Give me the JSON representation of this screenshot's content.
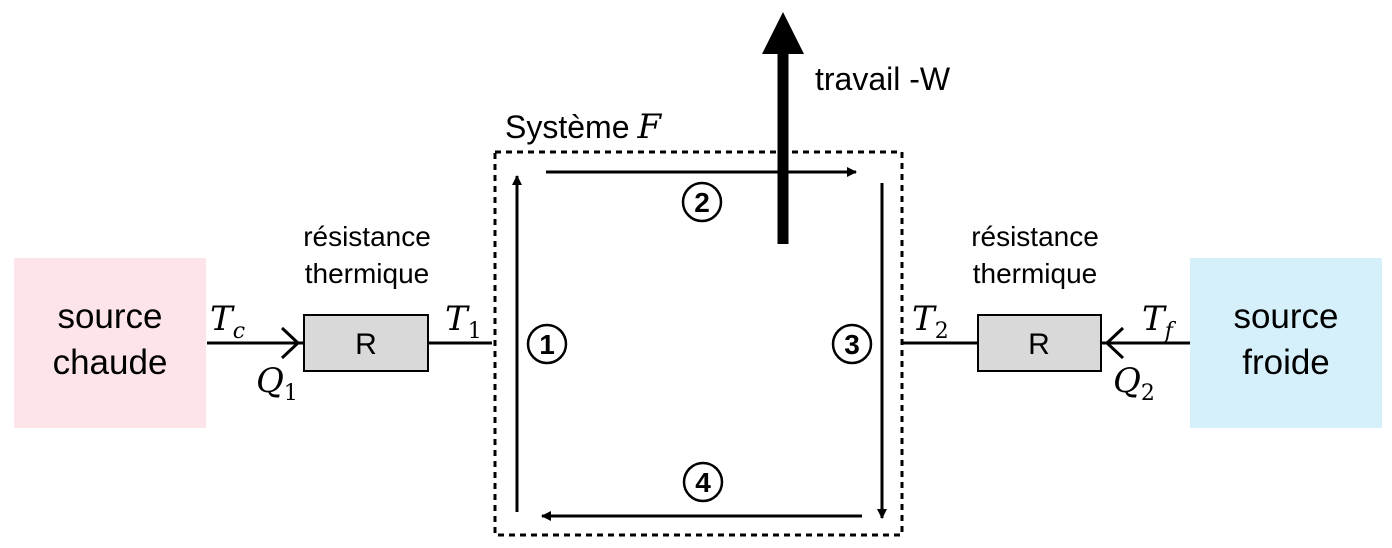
{
  "system": {
    "label": "Système",
    "symbol": "F"
  },
  "work": {
    "label": "travail -W"
  },
  "hot_source": {
    "line1": "source",
    "line2": "chaude",
    "fill": "#fde4e8"
  },
  "cold_source": {
    "line1": "source",
    "line2": "froide",
    "fill": "#d5f0fb"
  },
  "left_resistance": {
    "caption1": "résistance",
    "caption2": "thermique",
    "box_label": "R"
  },
  "right_resistance": {
    "caption1": "résistance",
    "caption2": "thermique",
    "box_label": "R"
  },
  "temperatures": {
    "hot": {
      "symbol": "T",
      "sub": "c"
    },
    "t1": {
      "symbol": "T",
      "sub": "1"
    },
    "t2": {
      "symbol": "T",
      "sub": "2"
    },
    "cold": {
      "symbol": "T",
      "sub": "f"
    }
  },
  "heats": {
    "q1": {
      "symbol": "Q",
      "sub": "1"
    },
    "q2": {
      "symbol": "Q",
      "sub": "2"
    }
  },
  "steps": [
    "1",
    "2",
    "3",
    "4"
  ],
  "colors": {
    "resistor_fill": "#d9d9d9",
    "stroke": "#000000"
  }
}
